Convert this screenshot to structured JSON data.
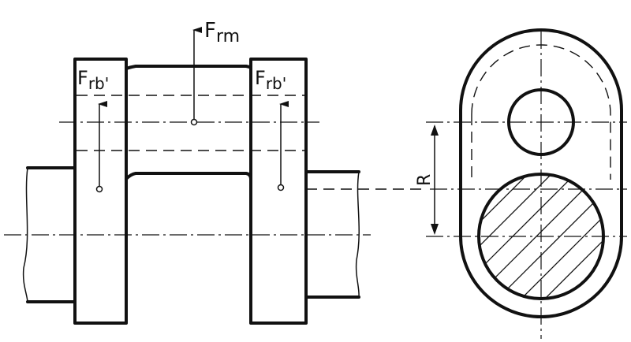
{
  "labels": {
    "force_main": "F",
    "force_main_sub": "rm",
    "force_left": "F",
    "force_left_sub": "rb'",
    "force_right": "F",
    "force_right_sub": "rb'",
    "radius": "R"
  }
}
